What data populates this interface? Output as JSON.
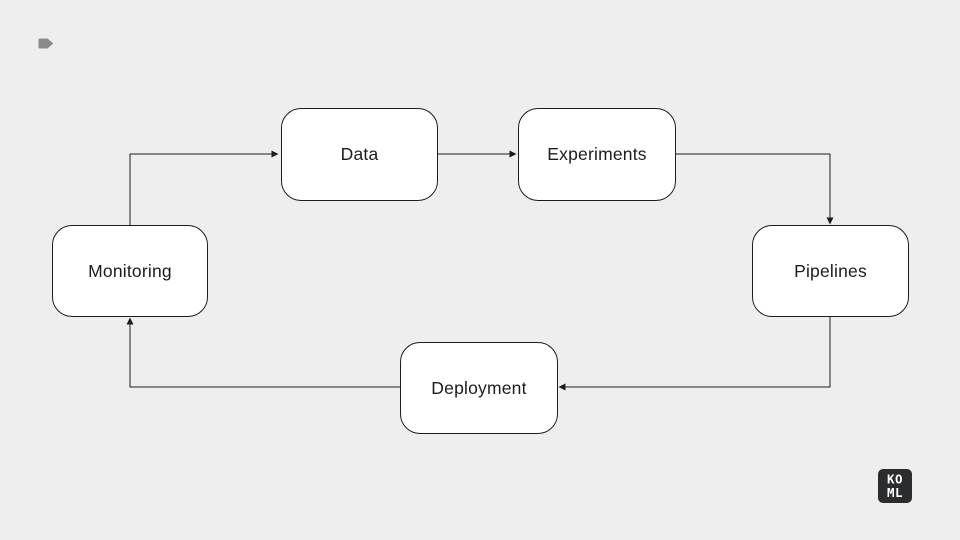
{
  "app": {
    "background_color": "#eeeeee",
    "stroke_color": "#1d1d1f",
    "node_fill_color": "#ffffff"
  },
  "toolbar": {
    "tag_icon": "tag-icon",
    "tag_icon_color": "#8a8a8a"
  },
  "diagram": {
    "nodes": [
      {
        "id": "data",
        "label": "Data"
      },
      {
        "id": "experiments",
        "label": "Experiments"
      },
      {
        "id": "pipelines",
        "label": "Pipelines"
      },
      {
        "id": "deployment",
        "label": "Deployment"
      },
      {
        "id": "monitoring",
        "label": "Monitoring"
      }
    ],
    "edges": [
      {
        "from": "Monitoring",
        "to": "Data"
      },
      {
        "from": "Data",
        "to": "Experiments"
      },
      {
        "from": "Experiments",
        "to": "Pipelines"
      },
      {
        "from": "Pipelines",
        "to": "Deployment"
      },
      {
        "from": "Deployment",
        "to": "Monitoring"
      }
    ]
  },
  "logo": {
    "line1": "KO",
    "line2": "ML",
    "background_color": "#2a2c2d",
    "text_color": "#ffffff"
  }
}
